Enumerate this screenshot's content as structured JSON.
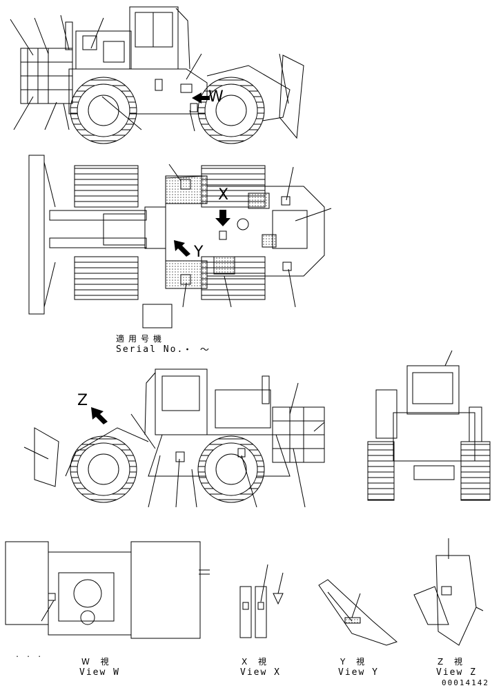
{
  "serial": {
    "label_jp": "適用号機",
    "label_en": "Serial No.",
    "range_marks": "・ 〜"
  },
  "view_letters": {
    "w": "W",
    "x": "X",
    "y": "Y",
    "z": "Z"
  },
  "views": [
    {
      "jp": "W 視",
      "en": "View W"
    },
    {
      "jp": "X 視",
      "en": "View X"
    },
    {
      "jp": "Y 視",
      "en": "View Y"
    },
    {
      "jp": "Z 視",
      "en": "View Z"
    }
  ],
  "small_mark": ". . .",
  "drawing_no": "00014142",
  "colors": {
    "ink": "#000000",
    "paper": "#ffffff",
    "hatch": "#666666"
  },
  "icons": [
    "arrow-left-icon",
    "arrow-down-icon",
    "arrow-diagonal-icon"
  ]
}
